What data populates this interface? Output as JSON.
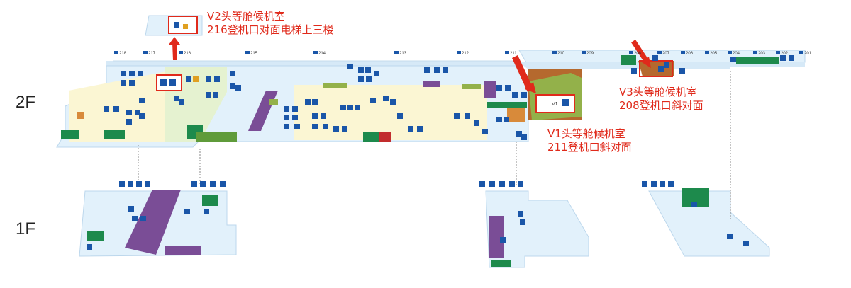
{
  "floors": {
    "upper": "2F",
    "lower": "1F"
  },
  "callouts": {
    "v2": {
      "title": "V2头等舱候机室",
      "desc": "216登机口对面电梯上三楼"
    },
    "v1": {
      "title": "V1头等舱候机室",
      "desc": "211登机口斜对面"
    },
    "v3": {
      "title": "V3头等舱候机室",
      "desc": "208登机口斜对面"
    }
  },
  "lounge_marker": "V1",
  "gates": [
    "218",
    "217",
    "216",
    "215",
    "214",
    "213",
    "212",
    "211",
    "210",
    "209",
    "208",
    "207",
    "206",
    "205",
    "204",
    "203",
    "202",
    "201"
  ],
  "colors": {
    "accent_red": "#e02a1b",
    "floor_fill": "#e2f1fb",
    "zone_yellow": "#fbf6d3",
    "zone_green_light": "#e5f2d0",
    "shop_purple": "#7a4d96",
    "service_green": "#1d8a4c",
    "icon_blue": "#1a56a8",
    "lounge_brown": "#b5692e",
    "lounge_olive": "#93b14a"
  }
}
